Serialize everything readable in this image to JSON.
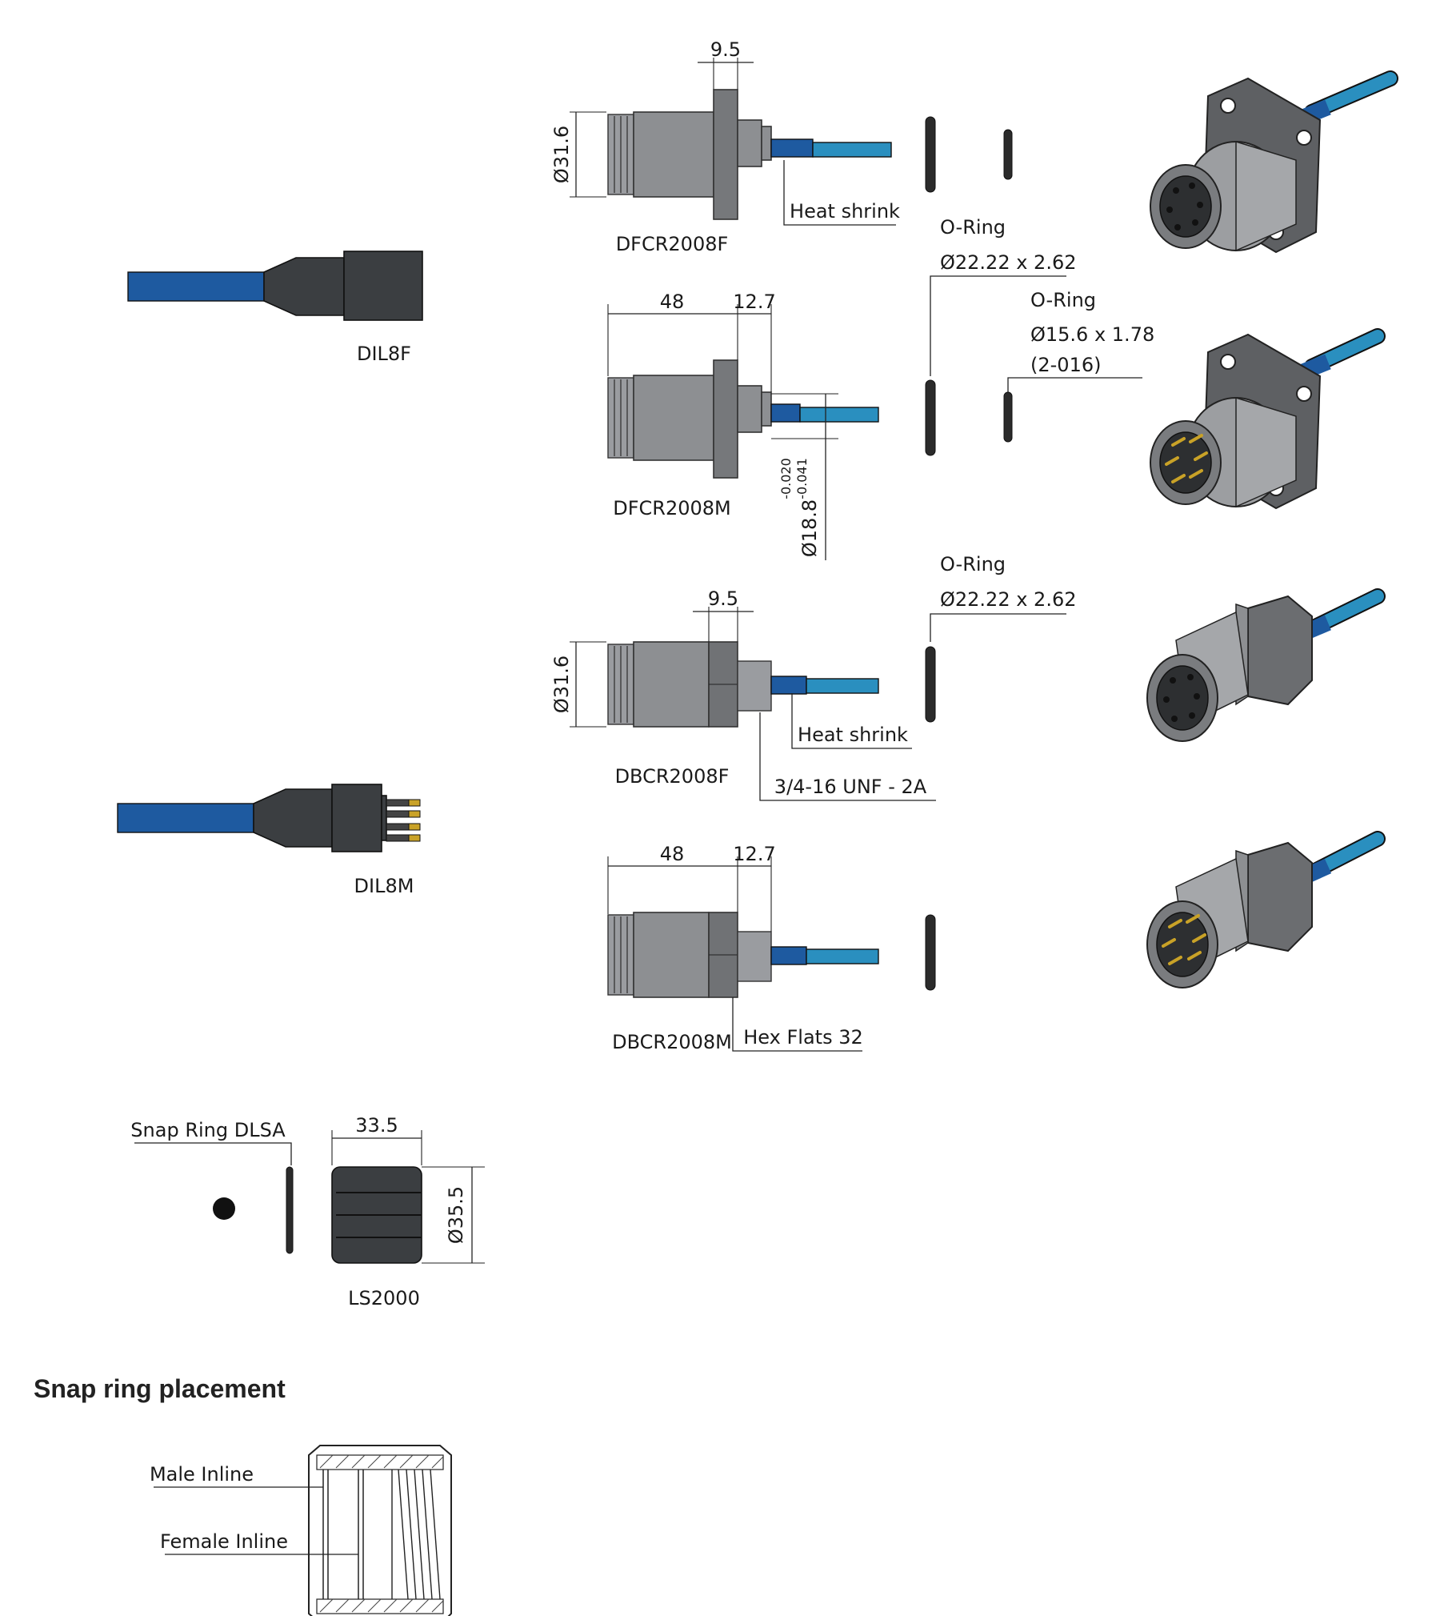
{
  "labels": {
    "dil8f": "DIL8F",
    "dil8m": "DIL8M",
    "dfcr2008f": "DFCR2008F",
    "dfcr2008m": "DFCR2008M",
    "dbcr2008f": "DBCR2008F",
    "dbcr2008m": "DBCR2008M",
    "ls2000": "LS2000"
  },
  "callouts": {
    "heat_shrink_1": "Heat shrink",
    "heat_shrink_2": "Heat shrink",
    "oring_1_title": "O-Ring",
    "oring_1_size": "Ø22.22 x 2.62",
    "oring_2_title": "O-Ring",
    "oring_2_size": "Ø15.6 x 1.78",
    "oring_2_code": "(2-016)",
    "oring_3_title": "O-Ring",
    "oring_3_size": "Ø22.22 x 2.62",
    "thread": "3/4-16 UNF - 2A",
    "hex_flats": "Hex Flats 32",
    "snap_ring_dlsa": "Snap Ring DLSA",
    "male_inline": "Male Inline",
    "female_inline": "Female Inline"
  },
  "dimensions": {
    "dfcr_f_flange": "9.5",
    "dfcr_f_diameter": "Ø31.6",
    "dfcr_m_length": "48",
    "dfcr_m_stub": "12.7",
    "dfcr_m_shaft_diameter": "Ø18.8",
    "dfcr_m_tol_upper": "-0.020",
    "dfcr_m_tol_lower": "-0.041",
    "dbcr_f_hex": "9.5",
    "dbcr_f_diameter": "Ø31.6",
    "dbcr_m_length": "48",
    "dbcr_m_stub": "12.7",
    "ls2000_length": "33.5",
    "ls2000_diameter": "Ø35.5"
  },
  "section": {
    "heading": "Snap ring placement"
  },
  "colors": {
    "cable_dark_blue": "#1e5aa0",
    "cable_light_blue": "#2a8fbf",
    "metal_grey": "#8d8f92",
    "rubber_black": "#3b3e41",
    "pin_gold": "#c9a227"
  }
}
